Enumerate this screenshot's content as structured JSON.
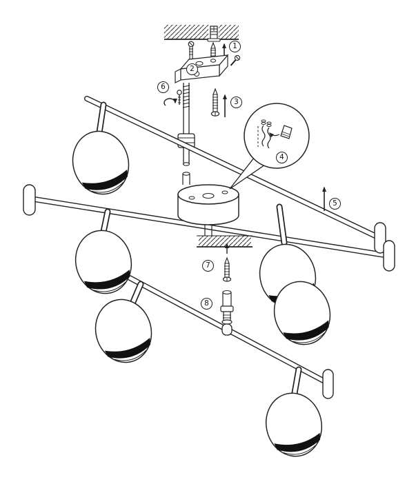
{
  "page": {
    "background": "#ffffff",
    "line_color": "#222222",
    "band_color": "#111111"
  },
  "diagram": {
    "type": "assembly-instructions",
    "subject": "ceiling spotlight fixture exploded view",
    "steps": [
      {
        "num": "1"
      },
      {
        "num": "2"
      },
      {
        "num": "3"
      },
      {
        "num": "4"
      },
      {
        "num": "5"
      },
      {
        "num": "6"
      },
      {
        "num": "7"
      },
      {
        "num": "8"
      }
    ]
  }
}
